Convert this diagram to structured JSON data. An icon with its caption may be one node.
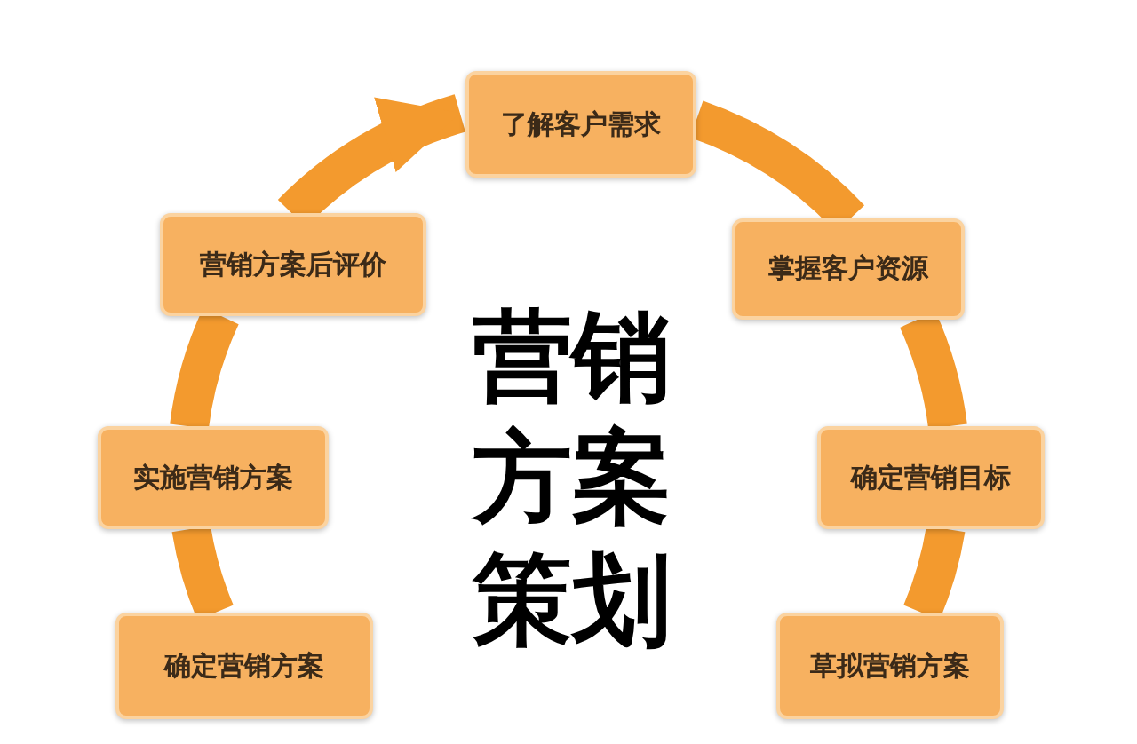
{
  "diagram": {
    "title": "营销方案策划",
    "nodes": [
      {
        "text": [
          "了解客户需求"
        ]
      },
      {
        "text": [
          "掌握客户资源"
        ]
      },
      {
        "text": [
          "确定营销目标"
        ]
      },
      {
        "text": [
          "草拟营销方案"
        ]
      },
      {
        "text": [
          "确定营销方案"
        ]
      },
      {
        "text": [
          "实施营销方案"
        ]
      },
      {
        "text": [
          "营销方案后评价"
        ]
      }
    ],
    "edges": [
      {
        "from": 0,
        "to": 1,
        "arrow": "none"
      },
      {
        "from": 1,
        "to": 2,
        "arrow": "none"
      },
      {
        "from": 2,
        "to": 3,
        "arrow": "none"
      },
      {
        "from": 4,
        "to": 5,
        "arrow": "none"
      },
      {
        "from": 5,
        "to": 6,
        "arrow": "none"
      },
      {
        "from": 6,
        "to": 0,
        "arrow": "to"
      }
    ]
  }
}
